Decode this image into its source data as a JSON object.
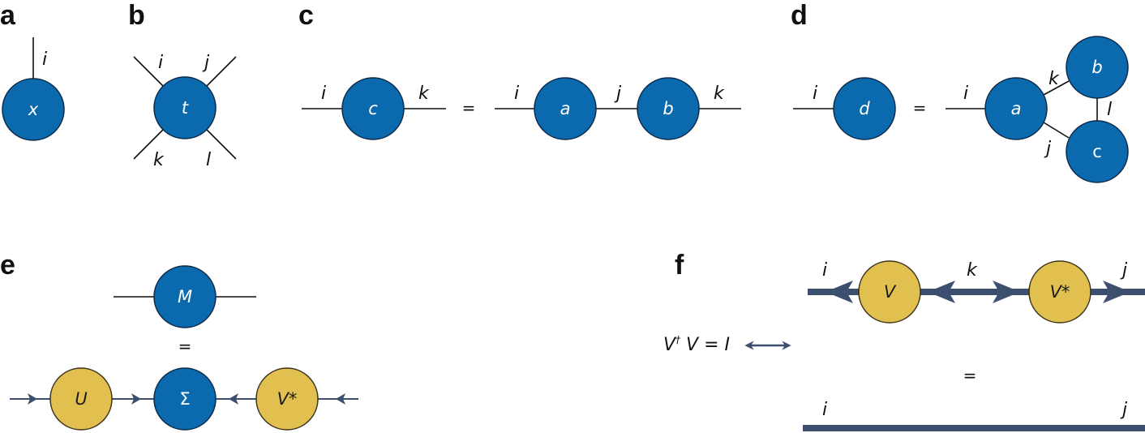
{
  "panels": {
    "a": {
      "label": "a",
      "node": "x",
      "indices": [
        "i"
      ]
    },
    "b": {
      "label": "b",
      "node": "t",
      "indices": [
        "i",
        "j",
        "k",
        "l"
      ]
    },
    "c": {
      "label": "c",
      "lhs_node": "c",
      "lhs_indices": [
        "i",
        "k"
      ],
      "equals": "=",
      "rhs_nodes": [
        "a",
        "b"
      ],
      "rhs_indices": [
        "i",
        "j",
        "k"
      ]
    },
    "d": {
      "label": "d",
      "lhs_node": "d",
      "lhs_index": "i",
      "equals": "=",
      "rhs_nodes": [
        "a",
        "b",
        "c"
      ],
      "rhs_indices": [
        "i",
        "k",
        "l",
        "j"
      ]
    },
    "e": {
      "label": "e",
      "top_node": "M",
      "equals": "=",
      "bottom_nodes": [
        "U",
        "Σ",
        "V*"
      ]
    },
    "f": {
      "label": "f",
      "nodes": [
        "V",
        "V*"
      ],
      "indices_top": [
        "i",
        "k",
        "j"
      ],
      "equals": "=",
      "indices_bottom": [
        "i",
        "j"
      ],
      "identity_lhs": "V",
      "identity_sup": "†",
      "identity_rest": " V = I"
    }
  },
  "colors": {
    "tensor_blue": "#0a6aad",
    "unitary_gold": "#e2c04f",
    "arrow_navy": "#3d4f6e"
  }
}
